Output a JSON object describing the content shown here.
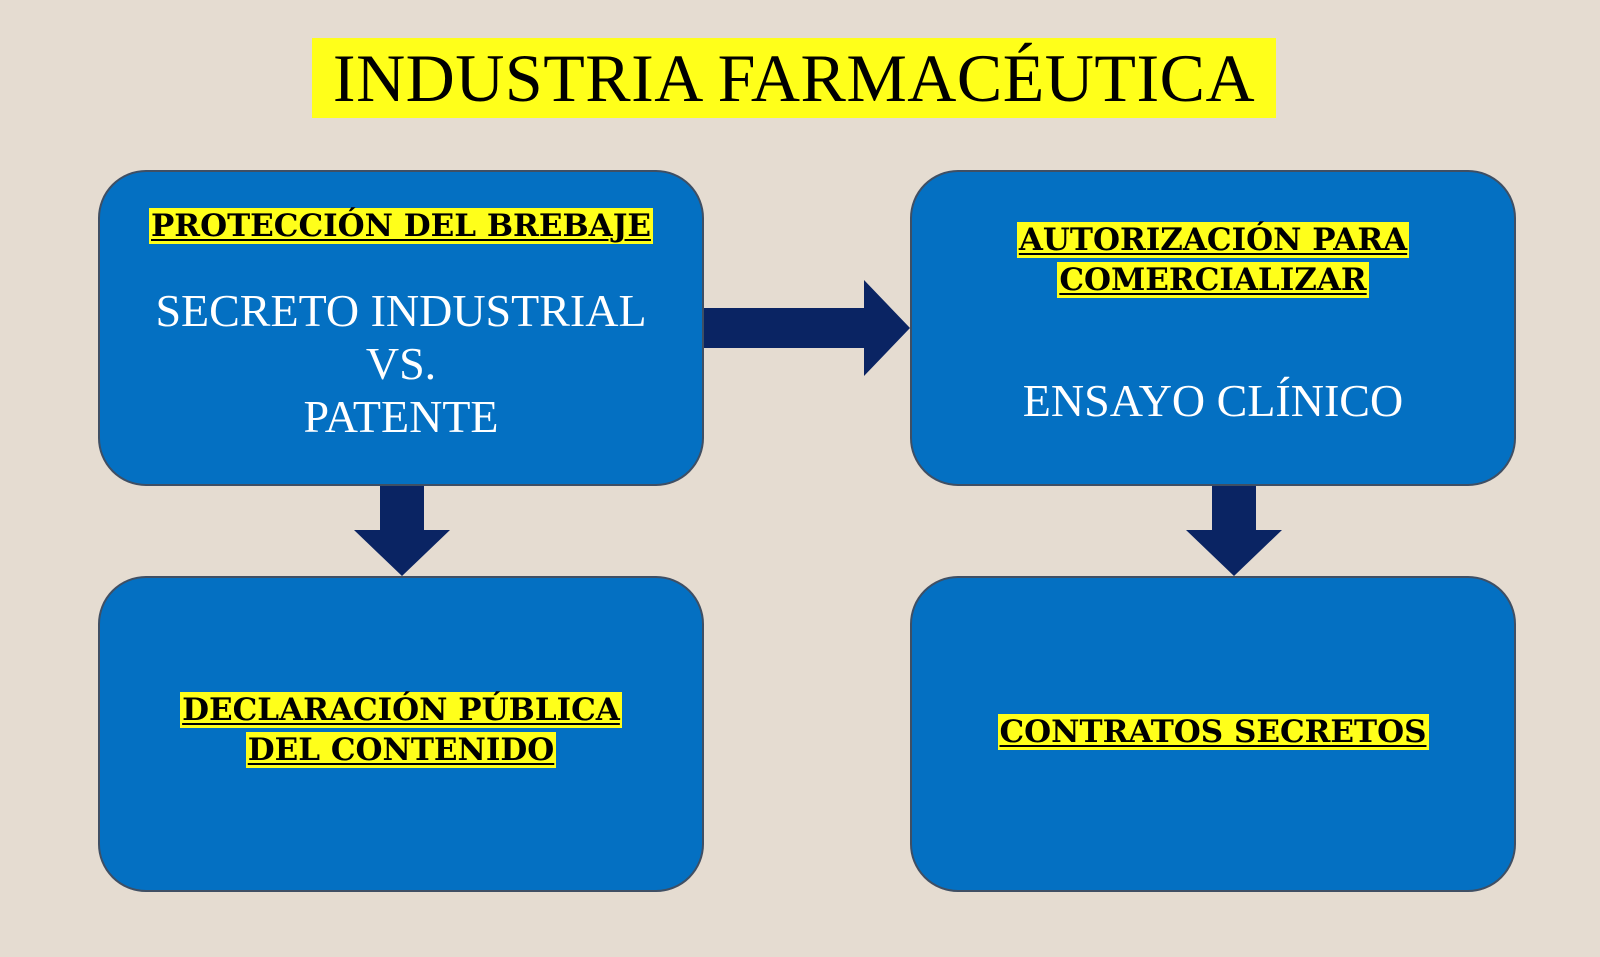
{
  "title": "INDUSTRIA FARMACÉUTICA",
  "boxes": {
    "top_left": {
      "heading": "PROTECCIÓN DEL BREBAJE",
      "lines": [
        "SECRETO INDUSTRIAL",
        "VS.",
        "PATENTE"
      ]
    },
    "top_right": {
      "heading_lines": [
        "AUTORIZACIÓN PARA",
        "COMERCIALIZAR"
      ],
      "body": "ENSAYO CLÍNICO"
    },
    "bottom_left": {
      "heading_lines": [
        "DECLARACIÓN PÚBLICA",
        "DEL CONTENIDO"
      ]
    },
    "bottom_right": {
      "heading": "CONTRATOS SECRETOS"
    }
  },
  "colors": {
    "background": "#e5dcd1",
    "box_fill": "#0470c2",
    "arrow_fill": "#0a2463",
    "highlight": "#ffff1a"
  }
}
